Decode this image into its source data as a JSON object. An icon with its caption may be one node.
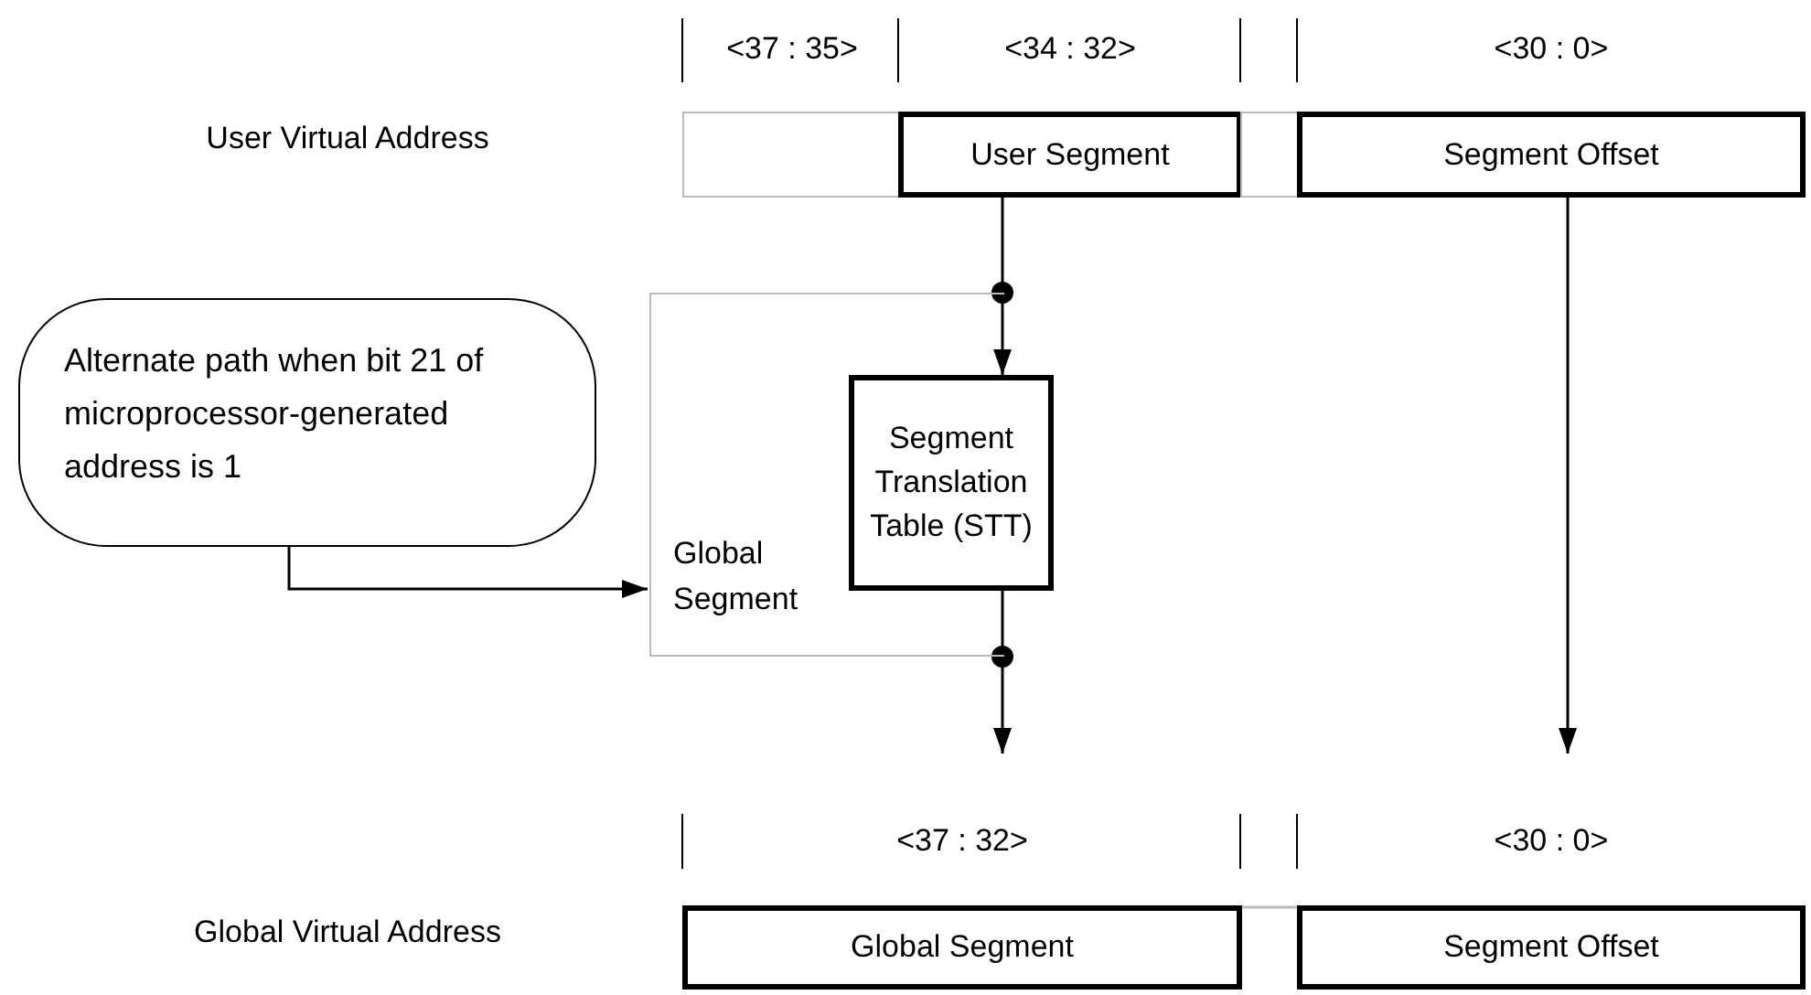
{
  "diagram": {
    "nodes": [
      {
        "text": [],
        "shape": "box"
      },
      {
        "text": [
          "User Segment"
        ]
      },
      {
        "text": [],
        "shape": "box"
      },
      {
        "text": [
          "Segment Offset"
        ]
      },
      {
        "text": [
          "Segment Translation Table (STT)"
        ]
      },
      {
        "text": [
          "Alternate path when bit 21 of microprocessor-generated address is 1"
        ]
      },
      {
        "text": [
          "Global Segment"
        ]
      },
      {
        "text": [
          "<37 : 32>",
          "Global Segment"
        ]
      },
      {
        "text": [
          "<30 : 0>",
          "Segment Offset"
        ]
      }
    ],
    "edges": [
      {
        "from": 1,
        "to": 4,
        "arrow": "to"
      },
      {
        "from": 4,
        "to": 7,
        "arrow": "to"
      },
      {
        "from": 3,
        "to": 8,
        "arrow": "to"
      },
      {
        "from": 5,
        "to": 6,
        "arrow": "to"
      }
    ],
    "labels": [
      "<37 : 35>",
      "<34 : 32>",
      "<30 : 0>",
      "User Virtual Address",
      "Global Virtual Address"
    ]
  }
}
